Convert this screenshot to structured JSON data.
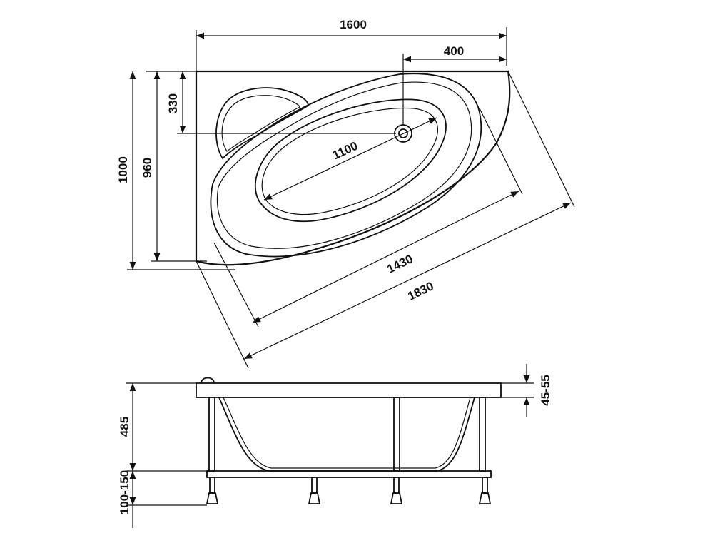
{
  "colors": {
    "line": "#111111",
    "background": "#ffffff"
  },
  "plan_view": {
    "dimensions": {
      "overall_width": "1600",
      "drain_offset": "400",
      "drain_depth": "330",
      "inner_depth": "960",
      "overall_depth": "1000",
      "bowl_length": "1100",
      "inner_length": "1430",
      "overall_length": "1830"
    }
  },
  "side_view": {
    "dimensions": {
      "rim_thickness": "45-55",
      "tub_height": "485",
      "leg_height": "100-150"
    }
  }
}
